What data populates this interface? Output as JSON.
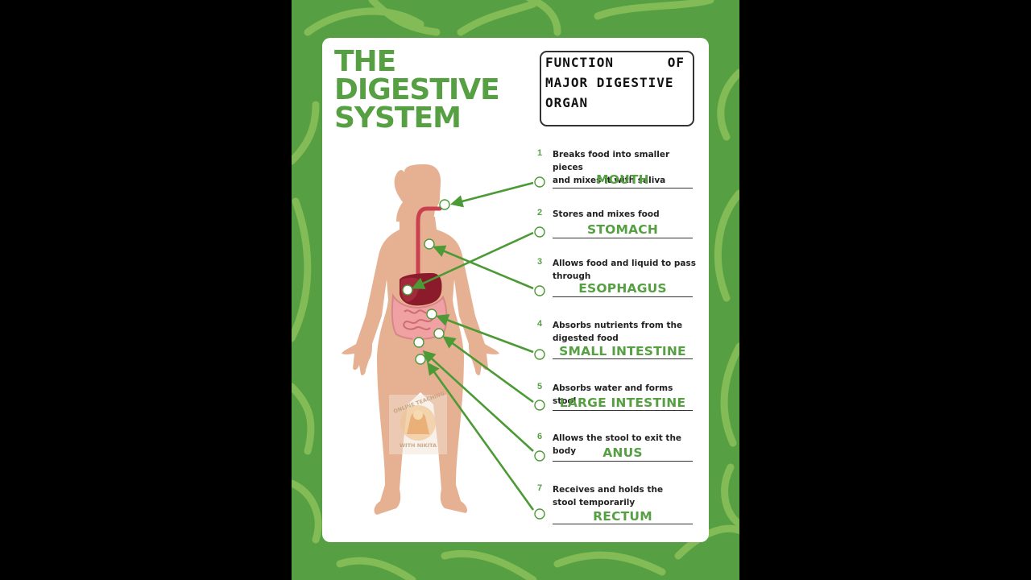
{
  "title": {
    "line1": "THE",
    "line2": "DIGESTIVE",
    "line3": "SYSTEM"
  },
  "function_box": {
    "line1_a": "FUNCTION",
    "line1_b": "OF",
    "line2": "MAJOR DIGESTIVE",
    "line3": "ORGAN"
  },
  "items": [
    {
      "number": "1",
      "desc_lines": [
        "Breaks food into smaller pieces",
        "and mixes it with saliva"
      ],
      "answer": "MOUTH"
    },
    {
      "number": "2",
      "desc_lines": [
        "Stores and mixes food"
      ],
      "answer": "STOMACH"
    },
    {
      "number": "3",
      "desc_lines": [
        "Allows food and liquid to pass",
        "through"
      ],
      "answer": "ESOPHAGUS"
    },
    {
      "number": "4",
      "desc_lines": [
        "Absorbs nutrients from the",
        "digested food"
      ],
      "answer": "SMALL INTESTINE"
    },
    {
      "number": "5",
      "desc_lines": [
        "Absorbs water and forms stool"
      ],
      "answer": "LARGE INTESTINE"
    },
    {
      "number": "6",
      "desc_lines": [
        "Allows the stool to exit the",
        "body"
      ],
      "answer": "ANUS"
    },
    {
      "number": "7",
      "desc_lines": [
        "Receives and holds the",
        "stool temporarily"
      ],
      "answer": "RECTUM"
    }
  ],
  "watermark": {
    "line1": "ONLINE TEACHING",
    "line2": "WITH NIKITA"
  },
  "colors": {
    "green": "#56a043",
    "skin": "#e6b193",
    "organ": "#8b1a2a",
    "intestine": "#f0a1a3",
    "background": "#000000"
  }
}
